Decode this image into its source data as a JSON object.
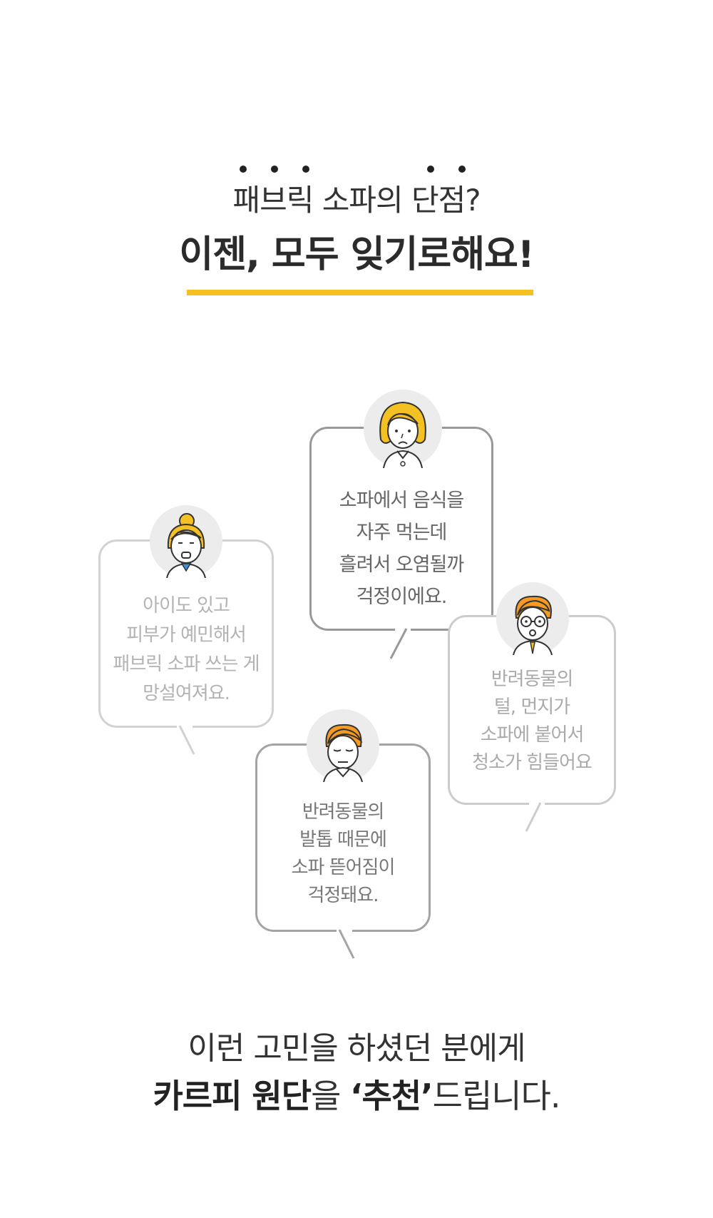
{
  "heading": {
    "subtitle": "패브릭 소파의 단점?",
    "title": "이젠, 모두 잊기로해요!"
  },
  "colors": {
    "accent": "#f5c022",
    "avatar_bg": "#ececec",
    "hair_yellow": "#f5c022",
    "hair_orange": "#f59a23"
  },
  "bubbles": [
    {
      "id": "concern-child-skin",
      "icon": "woman-bun-avatar-icon",
      "lines": [
        "아이도 있고",
        "피부가 예민해서",
        "패브릭 소파 쓰는 게",
        "망설여져요."
      ]
    },
    {
      "id": "concern-food-stain",
      "icon": "woman-bob-avatar-icon",
      "lines": [
        "소파에서 음식을",
        "자주 먹는데",
        "흘려서 오염될까",
        "걱정이에요."
      ]
    },
    {
      "id": "concern-pet-hair",
      "icon": "man-glasses-avatar-icon",
      "lines": [
        "반려동물의",
        "털, 먼지가",
        "소파에 붙어서",
        "청소가 힘들어요"
      ]
    },
    {
      "id": "concern-pet-claws",
      "icon": "man-tired-avatar-icon",
      "lines": [
        "반려동물의",
        "발톱 때문에",
        "소파 뜯어짐이",
        "걱정돼요."
      ]
    }
  ],
  "closing": {
    "line1": "이런 고민을 하셨던 분에게",
    "brand": "카르피 원단",
    "particle": "을 ",
    "quote": "‘추천’",
    "ending": "드립니다."
  }
}
